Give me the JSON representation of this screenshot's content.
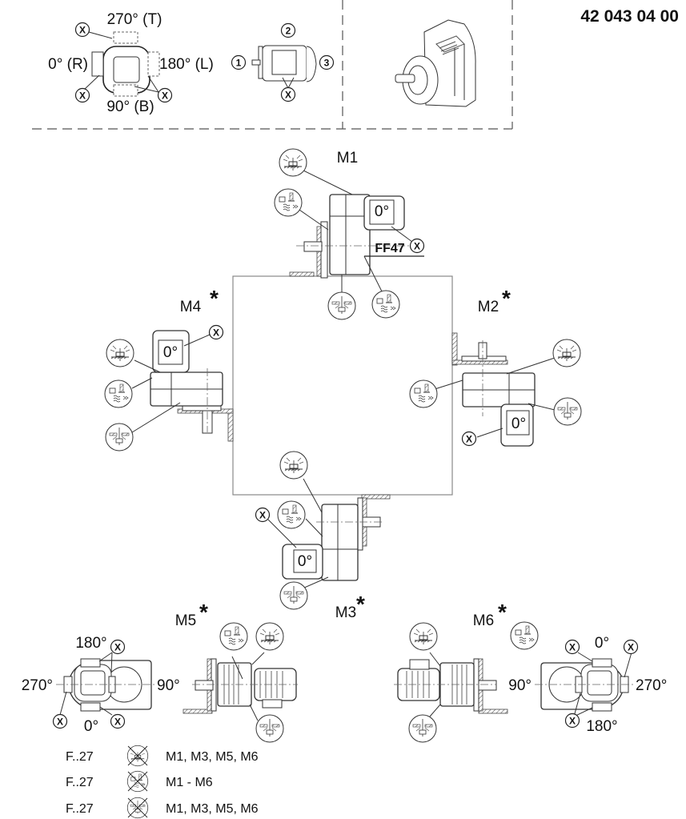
{
  "document_number": "42 043 04 00",
  "terminal_box_positions": {
    "top": "270° (T)",
    "left": "0° (R)",
    "right": "180° (L)",
    "bottom": "90° (B)",
    "x_marker": "X"
  },
  "cable_entry_positions": {
    "pos1": "1",
    "pos2": "2",
    "pos3": "3",
    "x_marker": "X"
  },
  "mounting_positions": {
    "m1": {
      "label": "M1",
      "asterisk": "",
      "motor_angle": "0°",
      "note": "FF47",
      "x_marker": "X"
    },
    "m2": {
      "label": "M2",
      "asterisk": "*",
      "motor_angle": "0°",
      "x_marker": "X"
    },
    "m3": {
      "label": "M3",
      "asterisk": "*",
      "motor_angle": "0°",
      "x_marker": "X"
    },
    "m4": {
      "label": "M4",
      "asterisk": "*",
      "motor_angle": "0°",
      "x_marker": "X"
    },
    "m5": {
      "label": "M5",
      "asterisk": "*",
      "angles": {
        "top": "180°",
        "left": "270°",
        "right": "90°",
        "bottom": "0°"
      },
      "x_marker": "X"
    },
    "m6": {
      "label": "M6",
      "asterisk": "*",
      "angles": {
        "top": "0°",
        "left": "90°",
        "right": "270°",
        "bottom": "180°"
      },
      "x_marker": "X"
    }
  },
  "legend": [
    {
      "type": "F..27",
      "icon": "breather-valve-crossed-icon",
      "applies_to": "M1, M3, M5, M6"
    },
    {
      "type": "F..27",
      "icon": "oil-level-crossed-icon",
      "applies_to": "M1 - M6"
    },
    {
      "type": "F..27",
      "icon": "oil-drain-crossed-icon",
      "applies_to": "M1, M3, M5, M6"
    }
  ]
}
